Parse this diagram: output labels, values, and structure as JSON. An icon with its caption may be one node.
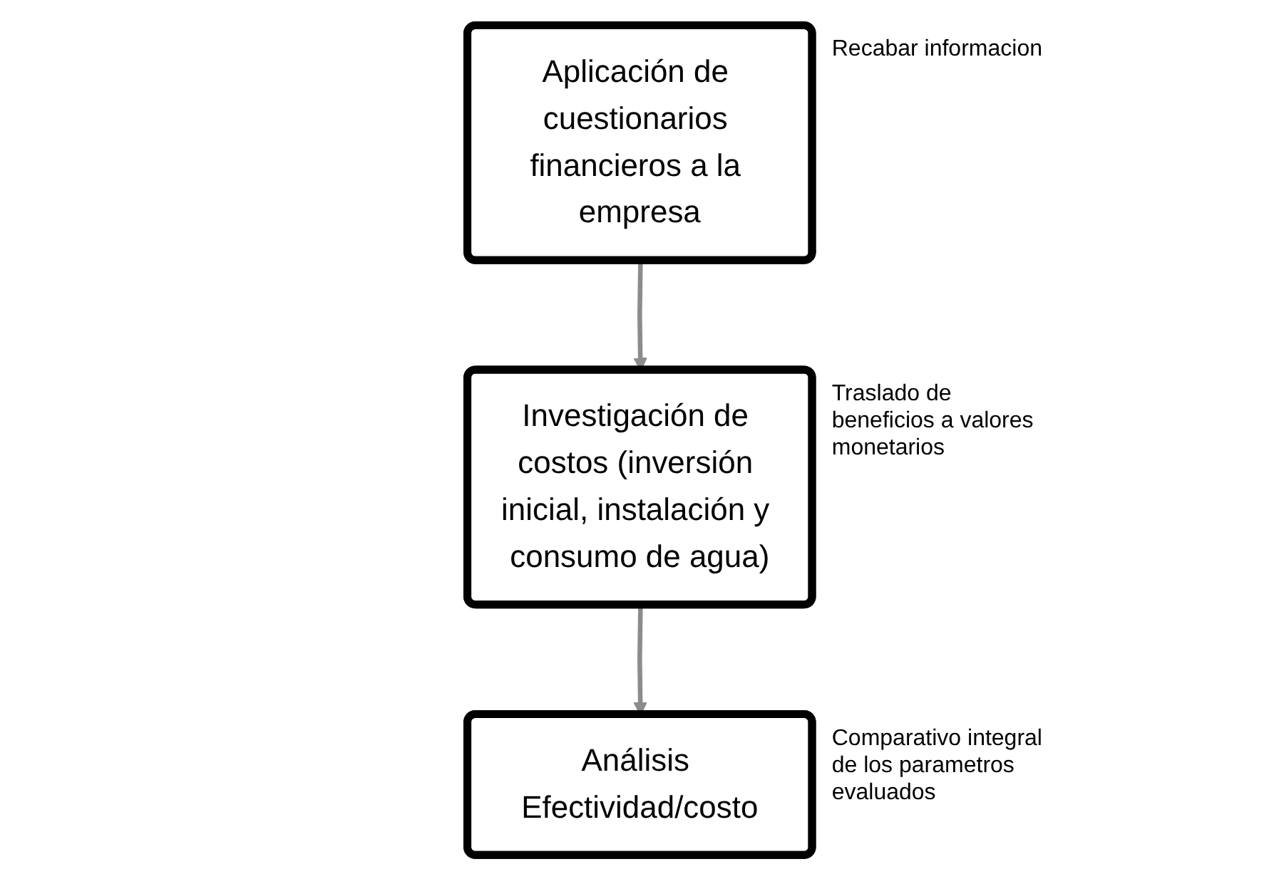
{
  "diagram": {
    "nodes": [
      {
        "text": [
          "Aplicación de cuestionarios financieros a la empresa"
        ],
        "beside": [
          "Recabar informacion"
        ]
      },
      {
        "text": [
          "Investigación de costos (inversión inicial, instalación y consumo de agua)"
        ],
        "beside": [
          "Traslado de beneficios a valores monetarios"
        ]
      },
      {
        "text": [
          "Análisis Efectividad/costo"
        ],
        "beside": [
          "Comparativo integral de los parametros evaluados"
        ]
      }
    ],
    "edges": [
      {
        "from": 0,
        "to": 1,
        "arrow": "to"
      },
      {
        "from": 1,
        "to": 2,
        "arrow": "to"
      }
    ]
  }
}
